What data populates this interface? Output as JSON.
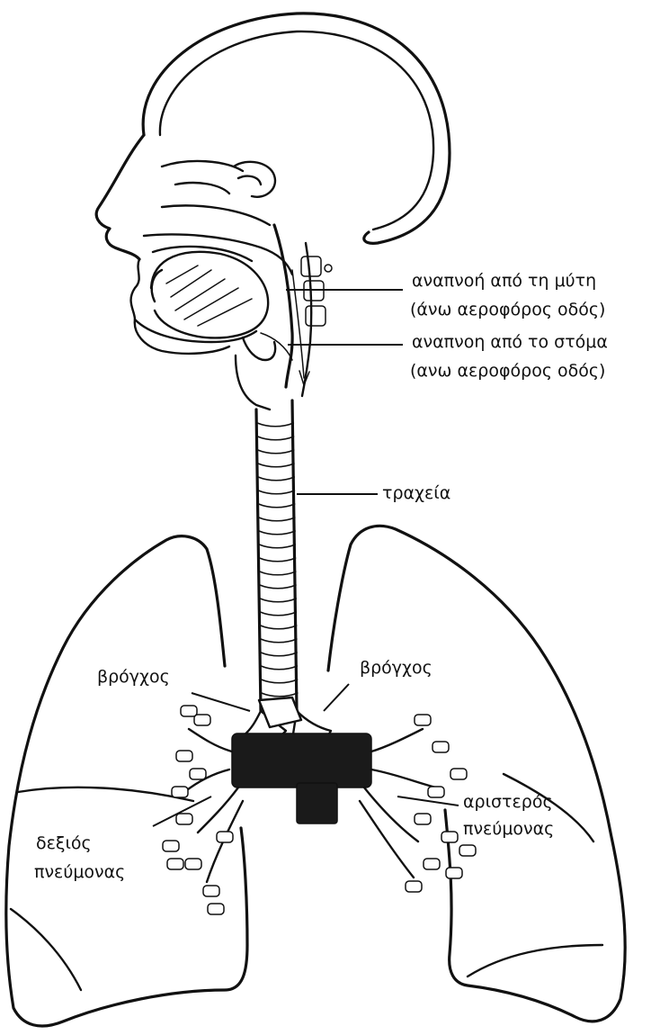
{
  "labels": {
    "nose_breathing": "αναπνοή από τη μύτη",
    "nose_airway": "(άνω αεροφόρος οδός)",
    "mouth_breathing": "αναπνοη από το στόμα",
    "mouth_airway": "(ανω αεροφόρος οδός)",
    "trachea": "τραχεία",
    "bronchus_right": "βρόγχος",
    "bronchus_left": "βρόγχος",
    "left_lung_line1": "αριστερός",
    "left_lung_line2": "πνεύμονας",
    "right_lung_line1": "δεξιός",
    "right_lung_line2": "πνεύμονας"
  }
}
